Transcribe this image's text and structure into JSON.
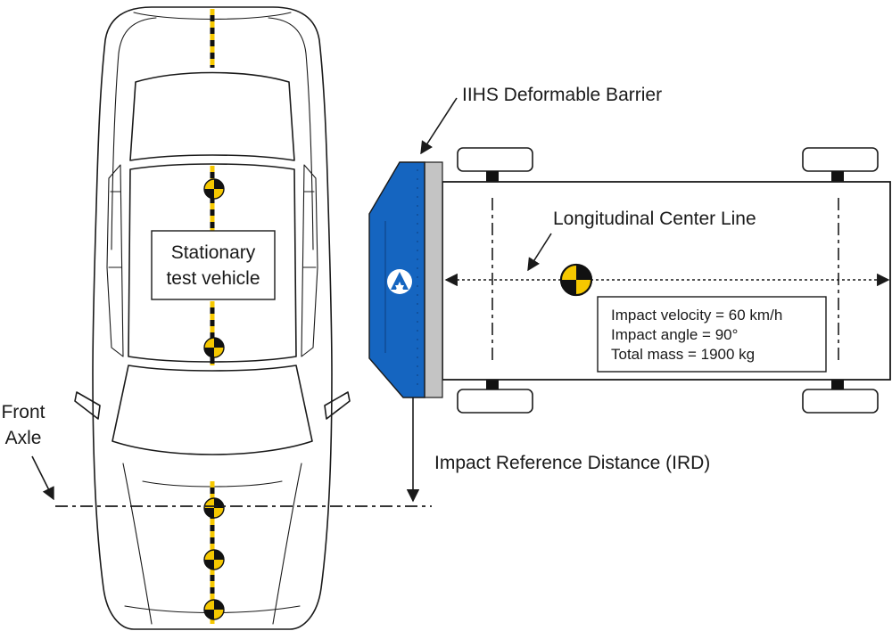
{
  "labels": {
    "barrier": "IIHS Deformable Barrier",
    "center_line": "Longitudinal Center Line",
    "stationary_line1": "Stationary",
    "stationary_line2": "test vehicle",
    "front_axle_line1": "Front",
    "front_axle_line2": "Axle",
    "ird": "Impact Reference Distance (IRD)"
  },
  "test_params": [
    "Impact velocity = 60 km/h",
    "Impact angle = 90°",
    "Total mass = 1900 kg"
  ],
  "colors": {
    "barrier_blue": "#1565c0",
    "barrier_face": "#c4c4c4",
    "target_yellow": "#f6c800",
    "target_black": "#111111",
    "line": "#1a1a1a"
  },
  "icons": {
    "barrier_logo": "iihs-logo-icon",
    "target": "crash-test-target-icon"
  }
}
